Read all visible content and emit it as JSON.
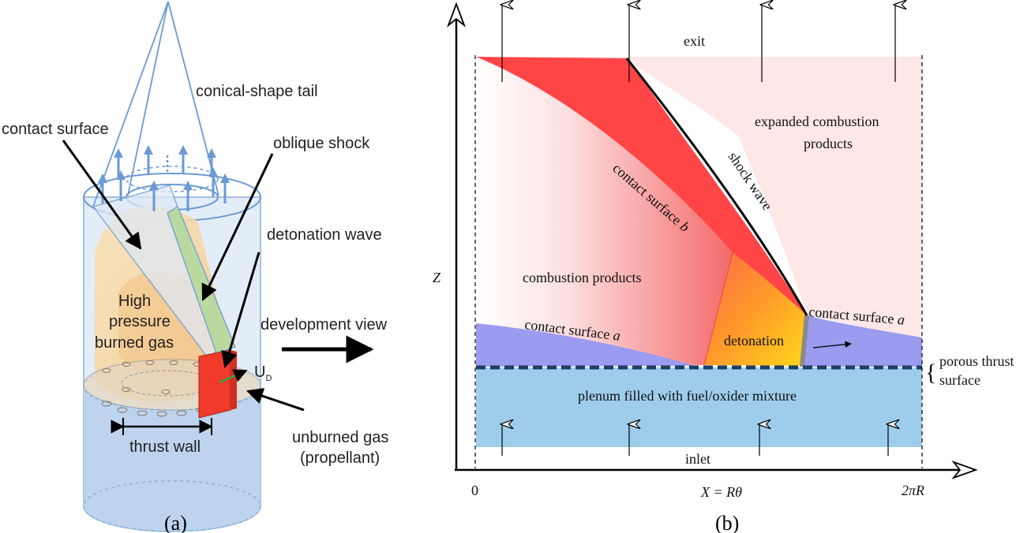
{
  "panel_a": {
    "caption": "(a)",
    "labels": {
      "conical_tail": "conical-shape tail",
      "contact_surface": "contact surface",
      "oblique_shock": "oblique shock",
      "detonation_wave": "detonation wave",
      "high_pressure_1": "High",
      "high_pressure_2": "pressure",
      "high_pressure_3": "burned gas",
      "development_view": "development view",
      "ud_main": "U",
      "ud_sub": "D",
      "thrust_wall": "thrust wall",
      "unburned_1": "unburned gas",
      "unburned_2": "(propellant)"
    }
  },
  "panel_b": {
    "caption": "(b)",
    "labels": {
      "exit": "exit",
      "expanded_1": "expanded combustion",
      "expanded_2": "products",
      "shock_wave": "shock wave",
      "contact_b_text": "contact surface ",
      "contact_b_var": "b",
      "combustion_products": "combustion products",
      "z_axis": "Z",
      "contact_a_left_text": "contact surface ",
      "contact_a_left_var": "a",
      "contact_a_right_text": "contact surface ",
      "contact_a_right_var": "a",
      "detonation": "detonation",
      "porous_1": "porous thrust",
      "porous_2": "surface",
      "brace": "{",
      "plenum": "plenum filled with fuel/oxider mixture",
      "inlet": "inlet",
      "x_zero": "0",
      "x_axis": "X = Rθ",
      "x_end": "2πR"
    }
  },
  "colors": {
    "shock_red": "#ff4040",
    "detonation_orange": "#ff8a2a",
    "detonation_yellow": "#ffd21a",
    "contact_purple": "#9b9cf0",
    "plenum_blue": "#9ecdec",
    "exit_pink": "#fde7e7",
    "cylinder_blue": "#bcd3ec",
    "arrow_blue": "#6b9ad3",
    "burned_gas": "#f8d9a8",
    "oblique_green": "#b9d9a1",
    "dashed_navy": "#1c3f63"
  }
}
